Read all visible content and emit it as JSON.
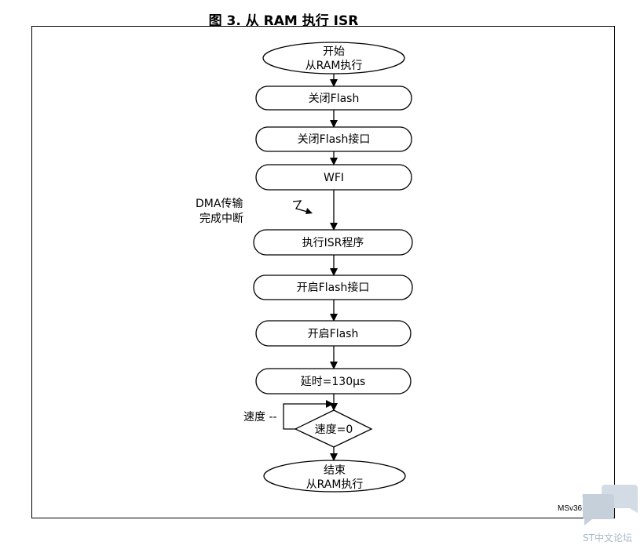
{
  "figure": {
    "title": "图 3. 从 RAM 执行 ISR",
    "code": "MSv36171V1"
  },
  "nodes": {
    "start_line1": "开始",
    "start_line2": "从RAM执行",
    "flash_off": "关闭Flash",
    "flash_if_off": "关闭Flash接口",
    "wfi": "WFI",
    "exec_isr": "执行ISR程序",
    "flash_if_on": "开启Flash接口",
    "flash_on": "开启Flash",
    "delay": "延时=130µs",
    "decision": "速度=0",
    "end_line1": "结束",
    "end_line2": "从RAM执行"
  },
  "annotations": {
    "dma_line1": "DMA传输",
    "dma_line2": "完成中断",
    "loop_label": "速度 --"
  },
  "watermark": {
    "text": "ST中文论坛"
  }
}
